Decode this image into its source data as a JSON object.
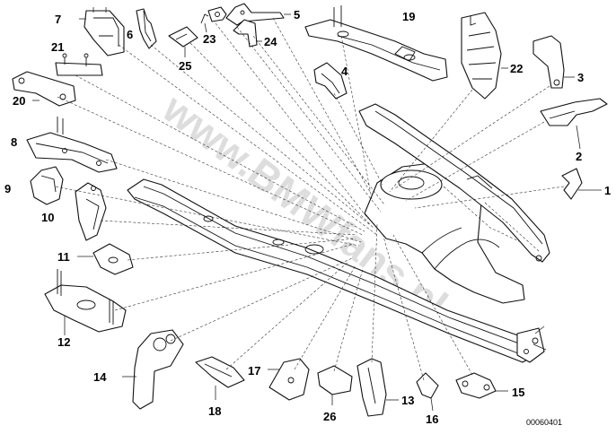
{
  "diagram": {
    "watermark": "www.BMWfans.pl",
    "image_code": "00060401",
    "callouts": [
      {
        "id": "c1",
        "label": "1"
      },
      {
        "id": "c2",
        "label": "2"
      },
      {
        "id": "c3",
        "label": "3"
      },
      {
        "id": "c4",
        "label": "4"
      },
      {
        "id": "c5",
        "label": "5"
      },
      {
        "id": "c6",
        "label": "6"
      },
      {
        "id": "c7",
        "label": "7"
      },
      {
        "id": "c8",
        "label": "8"
      },
      {
        "id": "c9",
        "label": "9"
      },
      {
        "id": "c10",
        "label": "10"
      },
      {
        "id": "c11",
        "label": "11"
      },
      {
        "id": "c12",
        "label": "12"
      },
      {
        "id": "c13",
        "label": "13"
      },
      {
        "id": "c14",
        "label": "14"
      },
      {
        "id": "c15",
        "label": "15"
      },
      {
        "id": "c16",
        "label": "16"
      },
      {
        "id": "c17",
        "label": "17"
      },
      {
        "id": "c18",
        "label": "18"
      },
      {
        "id": "c19",
        "label": "19"
      },
      {
        "id": "c20",
        "label": "20"
      },
      {
        "id": "c21",
        "label": "21"
      },
      {
        "id": "c22",
        "label": "22"
      },
      {
        "id": "c23",
        "label": "23"
      },
      {
        "id": "c24",
        "label": "24"
      },
      {
        "id": "c25",
        "label": "25"
      },
      {
        "id": "c26",
        "label": "26"
      }
    ]
  }
}
